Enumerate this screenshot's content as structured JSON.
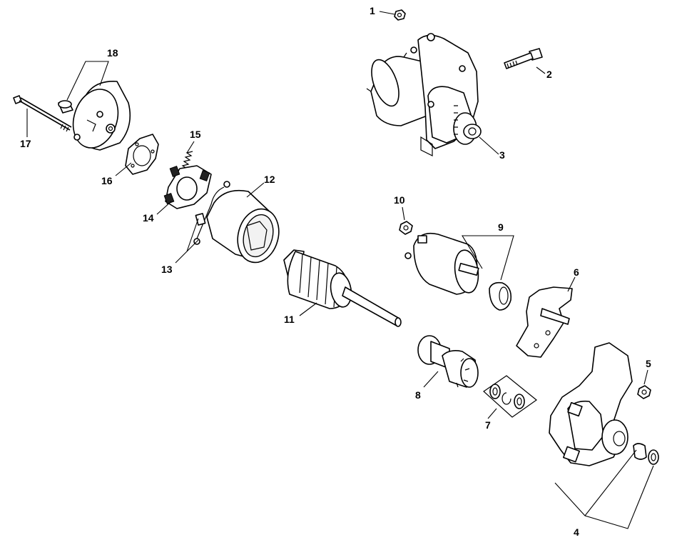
{
  "diagram": {
    "callouts": [
      {
        "id": "callout-1",
        "number": "1"
      },
      {
        "id": "callout-2",
        "number": "2"
      },
      {
        "id": "callout-3",
        "number": "3"
      },
      {
        "id": "callout-4",
        "number": "4"
      },
      {
        "id": "callout-5",
        "number": "5"
      },
      {
        "id": "callout-6",
        "number": "6"
      },
      {
        "id": "callout-7",
        "number": "7"
      },
      {
        "id": "callout-8",
        "number": "8"
      },
      {
        "id": "callout-9",
        "number": "9"
      },
      {
        "id": "callout-10",
        "number": "10"
      },
      {
        "id": "callout-11",
        "number": "11"
      },
      {
        "id": "callout-12",
        "number": "12"
      },
      {
        "id": "callout-13",
        "number": "13"
      },
      {
        "id": "callout-14",
        "number": "14"
      },
      {
        "id": "callout-15",
        "number": "15"
      },
      {
        "id": "callout-16",
        "number": "16"
      },
      {
        "id": "callout-17",
        "number": "17"
      },
      {
        "id": "callout-18",
        "number": "18"
      }
    ]
  }
}
